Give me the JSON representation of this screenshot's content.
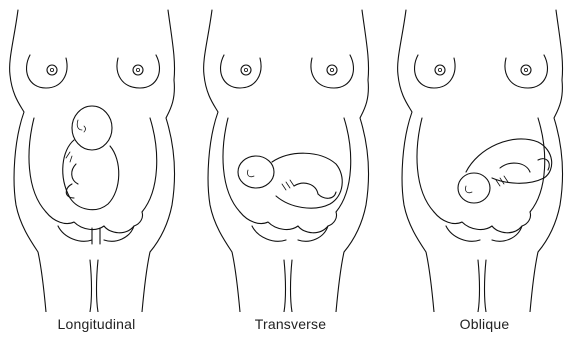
{
  "figure": {
    "panels": [
      {
        "label": "Longitudinal"
      },
      {
        "label": "Transverse"
      },
      {
        "label": "Oblique"
      }
    ]
  }
}
